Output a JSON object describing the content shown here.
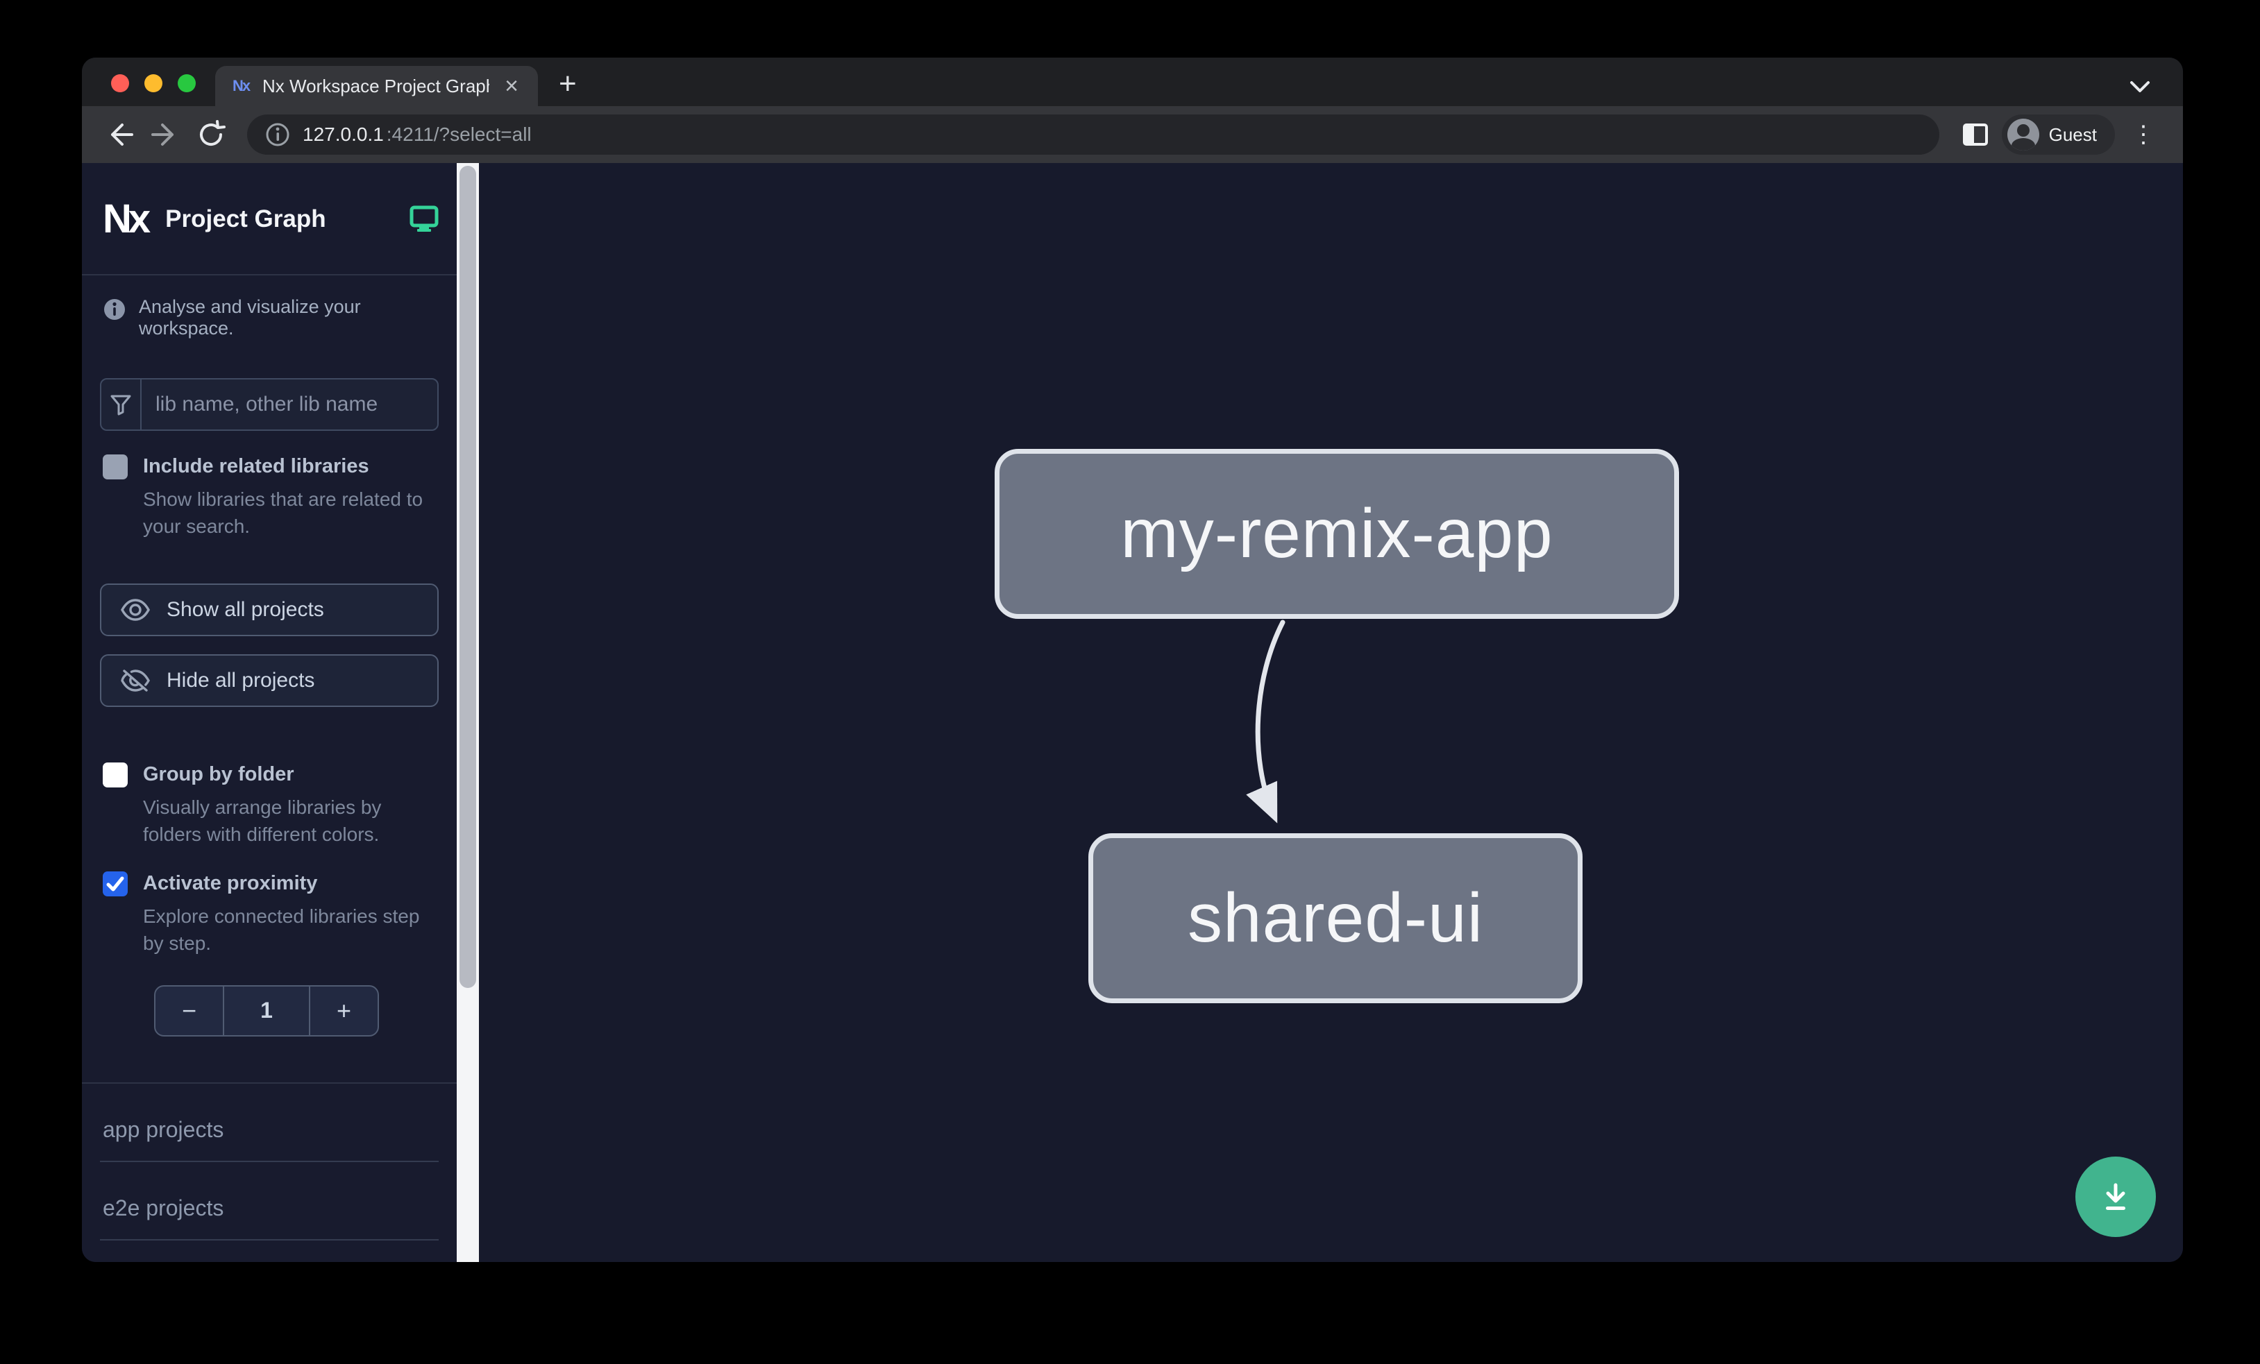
{
  "browser": {
    "tab_title": "Nx Workspace Project Graph",
    "favicon_text": "Nx",
    "glyphs": {
      "close_tab": "×",
      "new_tab": "+",
      "menu": "⋮"
    },
    "url": {
      "host": "127.0.0.1",
      "rest": ":4211/?select=all"
    },
    "profile_label": "Guest"
  },
  "sidebar": {
    "logo_text": "Nx",
    "app_title": "Project Graph",
    "tagline": "Analyse and visualize your workspace.",
    "search": {
      "placeholder": "lib name, other lib name"
    },
    "include_related": {
      "label": "Include related libraries",
      "description": "Show libraries that are related to your search.",
      "checked": false
    },
    "show_all_label": "Show all projects",
    "hide_all_label": "Hide all projects",
    "group_by_folder": {
      "label": "Group by folder",
      "description": "Visually arrange libraries by folders with different colors.",
      "checked": false
    },
    "activate_proximity": {
      "label": "Activate proximity",
      "description": "Explore connected libraries step by step.",
      "checked": true
    },
    "proximity": {
      "decrement_label": "−",
      "value": "1",
      "increment_label": "+"
    },
    "sections": [
      {
        "label": "app projects"
      },
      {
        "label": "e2e projects"
      }
    ]
  },
  "graph": {
    "nodes": [
      {
        "label": "my-remix-app"
      },
      {
        "label": "shared-ui"
      }
    ],
    "edges": [
      {
        "from": "my-remix-app",
        "to": "shared-ui"
      }
    ]
  },
  "colors": {
    "accent_green": "#34d399",
    "checkbox_blue": "#2563eb",
    "fab_green": "#41b48e",
    "node_fill": "#6d7484",
    "node_border": "#dfe3ea",
    "sidebar_bg": "#181b2e",
    "canvas_bg": "#171a2c"
  }
}
